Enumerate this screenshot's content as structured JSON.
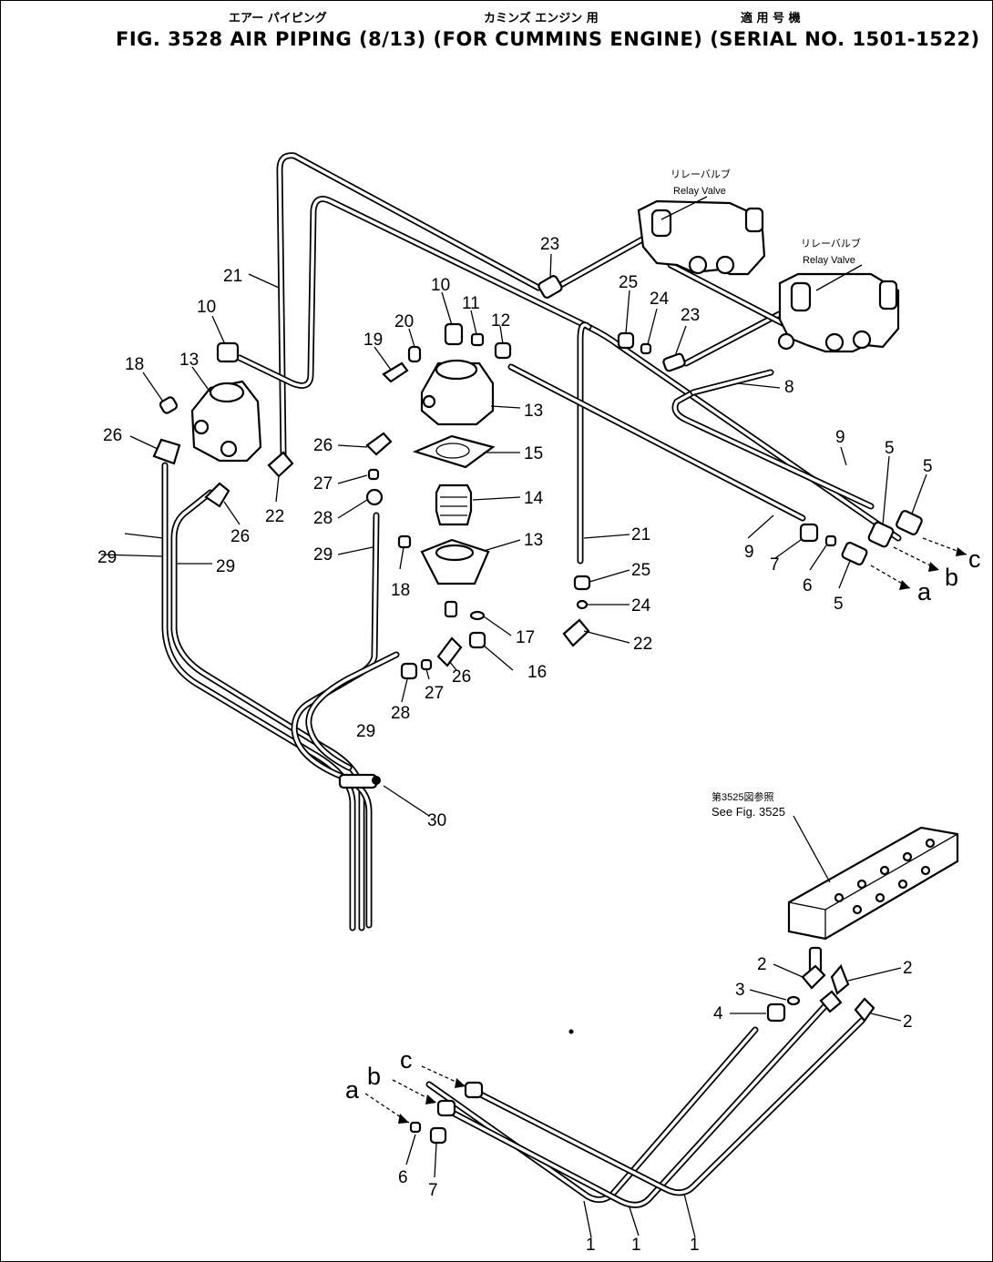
{
  "header": {
    "jp_line_1": "エアー パイピング",
    "jp_line_2": "カミンズ エンジン 用",
    "jp_line_3": "適 用 号 機",
    "title_en": "FIG. 3528  AIR PIPING (8/13) (FOR CUMMINS ENGINE) (SERIAL NO. 1501-1522)"
  },
  "callouts": {
    "relay_valve_jp": "リレーバルブ",
    "relay_valve_en": "Relay Valve",
    "see_fig_jp": "第3525図参照",
    "see_fig_en": "See Fig. 3525"
  },
  "labels": [
    "21",
    "10",
    "13",
    "18",
    "26",
    "29",
    "29",
    "26",
    "22",
    "10",
    "11",
    "12",
    "20",
    "19",
    "13",
    "15",
    "14",
    "13",
    "26",
    "27",
    "28",
    "29",
    "18",
    "28",
    "27",
    "26",
    "17",
    "16",
    "22",
    "23",
    "25",
    "24",
    "23",
    "8",
    "9",
    "9",
    "5",
    "5",
    "7",
    "6",
    "5",
    "21",
    "25",
    "24",
    "30",
    "29",
    "2",
    "3",
    "4",
    "2",
    "2",
    "6",
    "7",
    "1",
    "1",
    "1"
  ],
  "connection_letters": [
    "c",
    "b",
    "a",
    "c",
    "b",
    "a"
  ]
}
